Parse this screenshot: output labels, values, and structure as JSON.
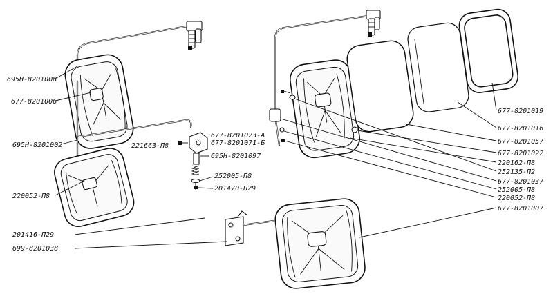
{
  "left_labels": [
    "695Н-8201008",
    "677-8201006",
    "695Н-8201002",
    "220052-П8"
  ],
  "middle_labels": [
    "221663-П8",
    "677-8201023-А",
    "677-8201071-Б",
    "695Н-8201097",
    "252005-П8",
    "201470-П29"
  ],
  "bottom_left_labels": [
    "201416-П29",
    "699-8201038"
  ],
  "right_labels": [
    "677-8201019",
    "677-8201016",
    "677-8201057",
    "677-8201022",
    "220162-П8",
    "252135-П2",
    "677-8201037",
    "252005-П8",
    "220052-П8",
    "677-8201007"
  ]
}
